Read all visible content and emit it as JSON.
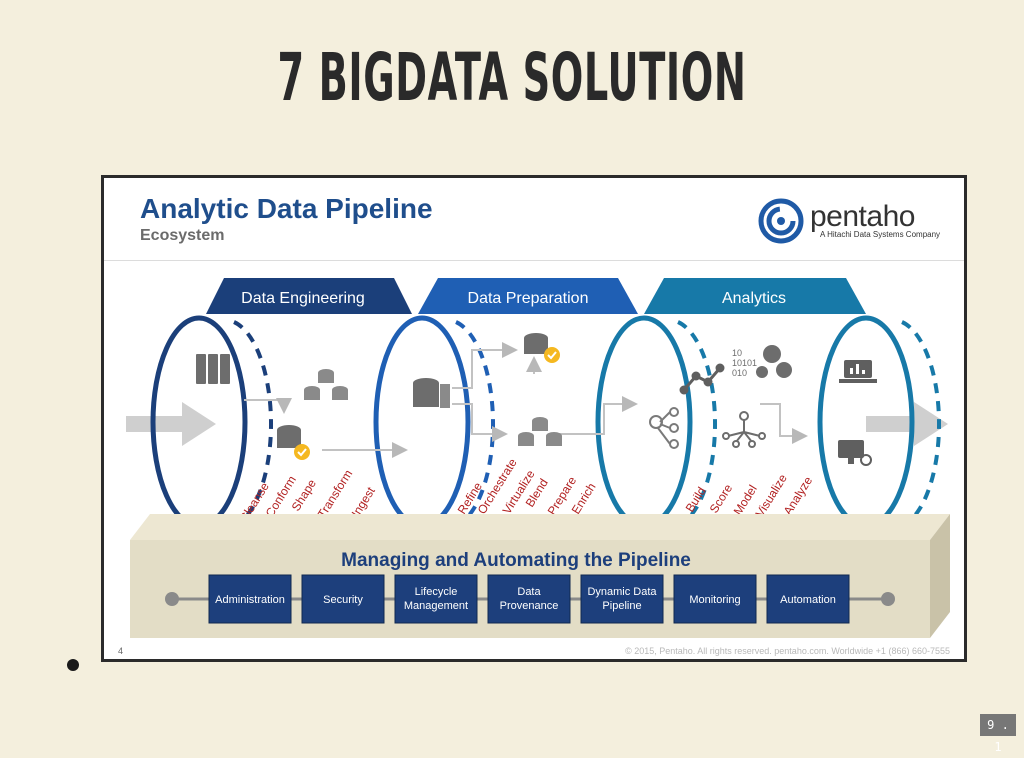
{
  "slide": {
    "title": "7 BIGDATA SOLUTION",
    "page_indicator": "9 . 1"
  },
  "figure": {
    "title": "Analytic Data Pipeline",
    "subtitle": "Ecosystem",
    "logo": {
      "name": "pentaho",
      "tagline": "A Hitachi Data Systems Company",
      "color": "#1f5aa6"
    },
    "stages": [
      {
        "label": "Data Engineering",
        "color": "#1b3f7a",
        "steps": [
          "Cleanse",
          "Conform",
          "Shape",
          "Transform",
          "Ingest"
        ]
      },
      {
        "label": "Data Preparation",
        "color": "#1f5fb4",
        "steps": [
          "Refine",
          "Orchestrate",
          "Virtualize",
          "Blend",
          "Prepare",
          "Enrich"
        ]
      },
      {
        "label": "Analytics",
        "color": "#1779a8",
        "steps": [
          "Build",
          "Score",
          "Model",
          "Visualize",
          "Analyze"
        ]
      }
    ],
    "platform": {
      "title": "Managing and Automating the Pipeline",
      "items": [
        {
          "line1": "Administration",
          "line2": ""
        },
        {
          "line1": "Security",
          "line2": ""
        },
        {
          "line1": "Lifecycle",
          "line2": "Management"
        },
        {
          "line1": "Data",
          "line2": "Provenance"
        },
        {
          "line1": "Dynamic Data",
          "line2": "Pipeline"
        },
        {
          "line1": "Monitoring",
          "line2": ""
        },
        {
          "line1": "Automation",
          "line2": ""
        }
      ]
    },
    "footer": {
      "page": "4",
      "copyright": "© 2015, Pentaho. All rights reserved. pentaho.com. Worldwide +1 (866) 660-7555"
    },
    "colors": {
      "step_text": "#b22222",
      "platform_box": "#1d3f7c",
      "platform_band": "#e3ddc6",
      "accent_check": "#f5b820"
    }
  }
}
